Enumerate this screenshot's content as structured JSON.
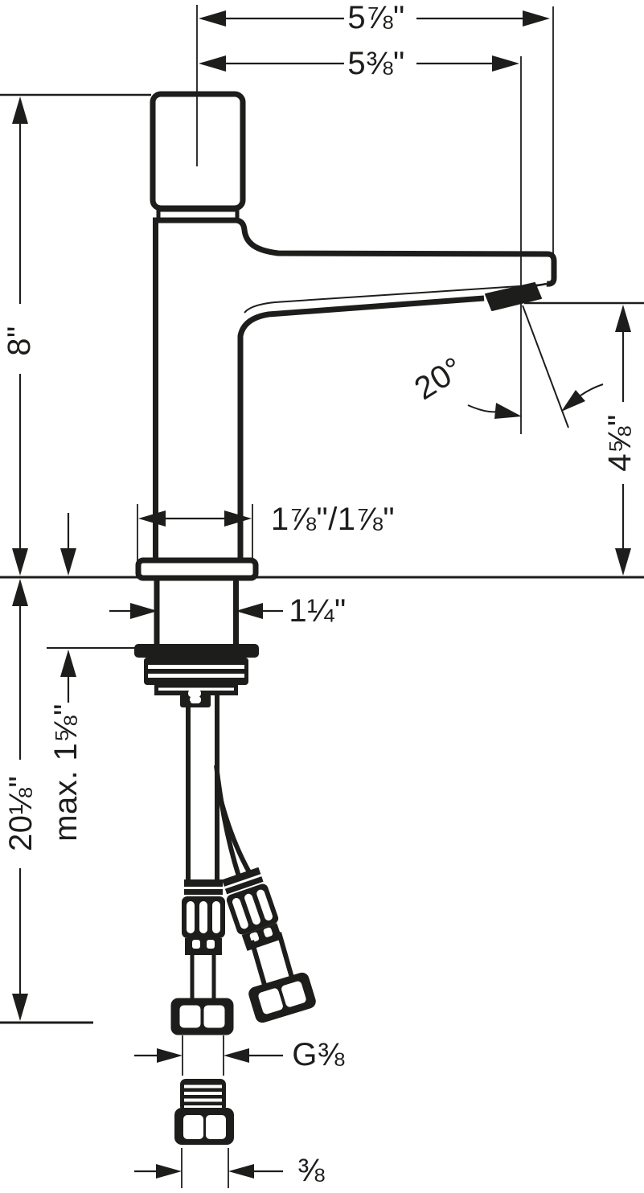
{
  "diagram": {
    "type": "technical-dimension-drawing",
    "subject": "single-hole basin mixer faucet, side elevation with installation dimensions",
    "line_color": "#1d1d1b",
    "background_color": "#ffffff",
    "labels": {
      "overall_width": "5⅞\"",
      "spout_reach": "5⅜\"",
      "height_above_deck": "8\"",
      "spout_angle": "20°",
      "spout_height": "4⅝\"",
      "base_footprint": "1⅞\"/1⅞\"",
      "shank_diameter": "1¼\"",
      "max_mounting_thickness": "max. 1⅝\"",
      "hose_length": "20⅛\"",
      "hose_thread": "G⅜",
      "adapter_size": "⅜"
    }
  }
}
